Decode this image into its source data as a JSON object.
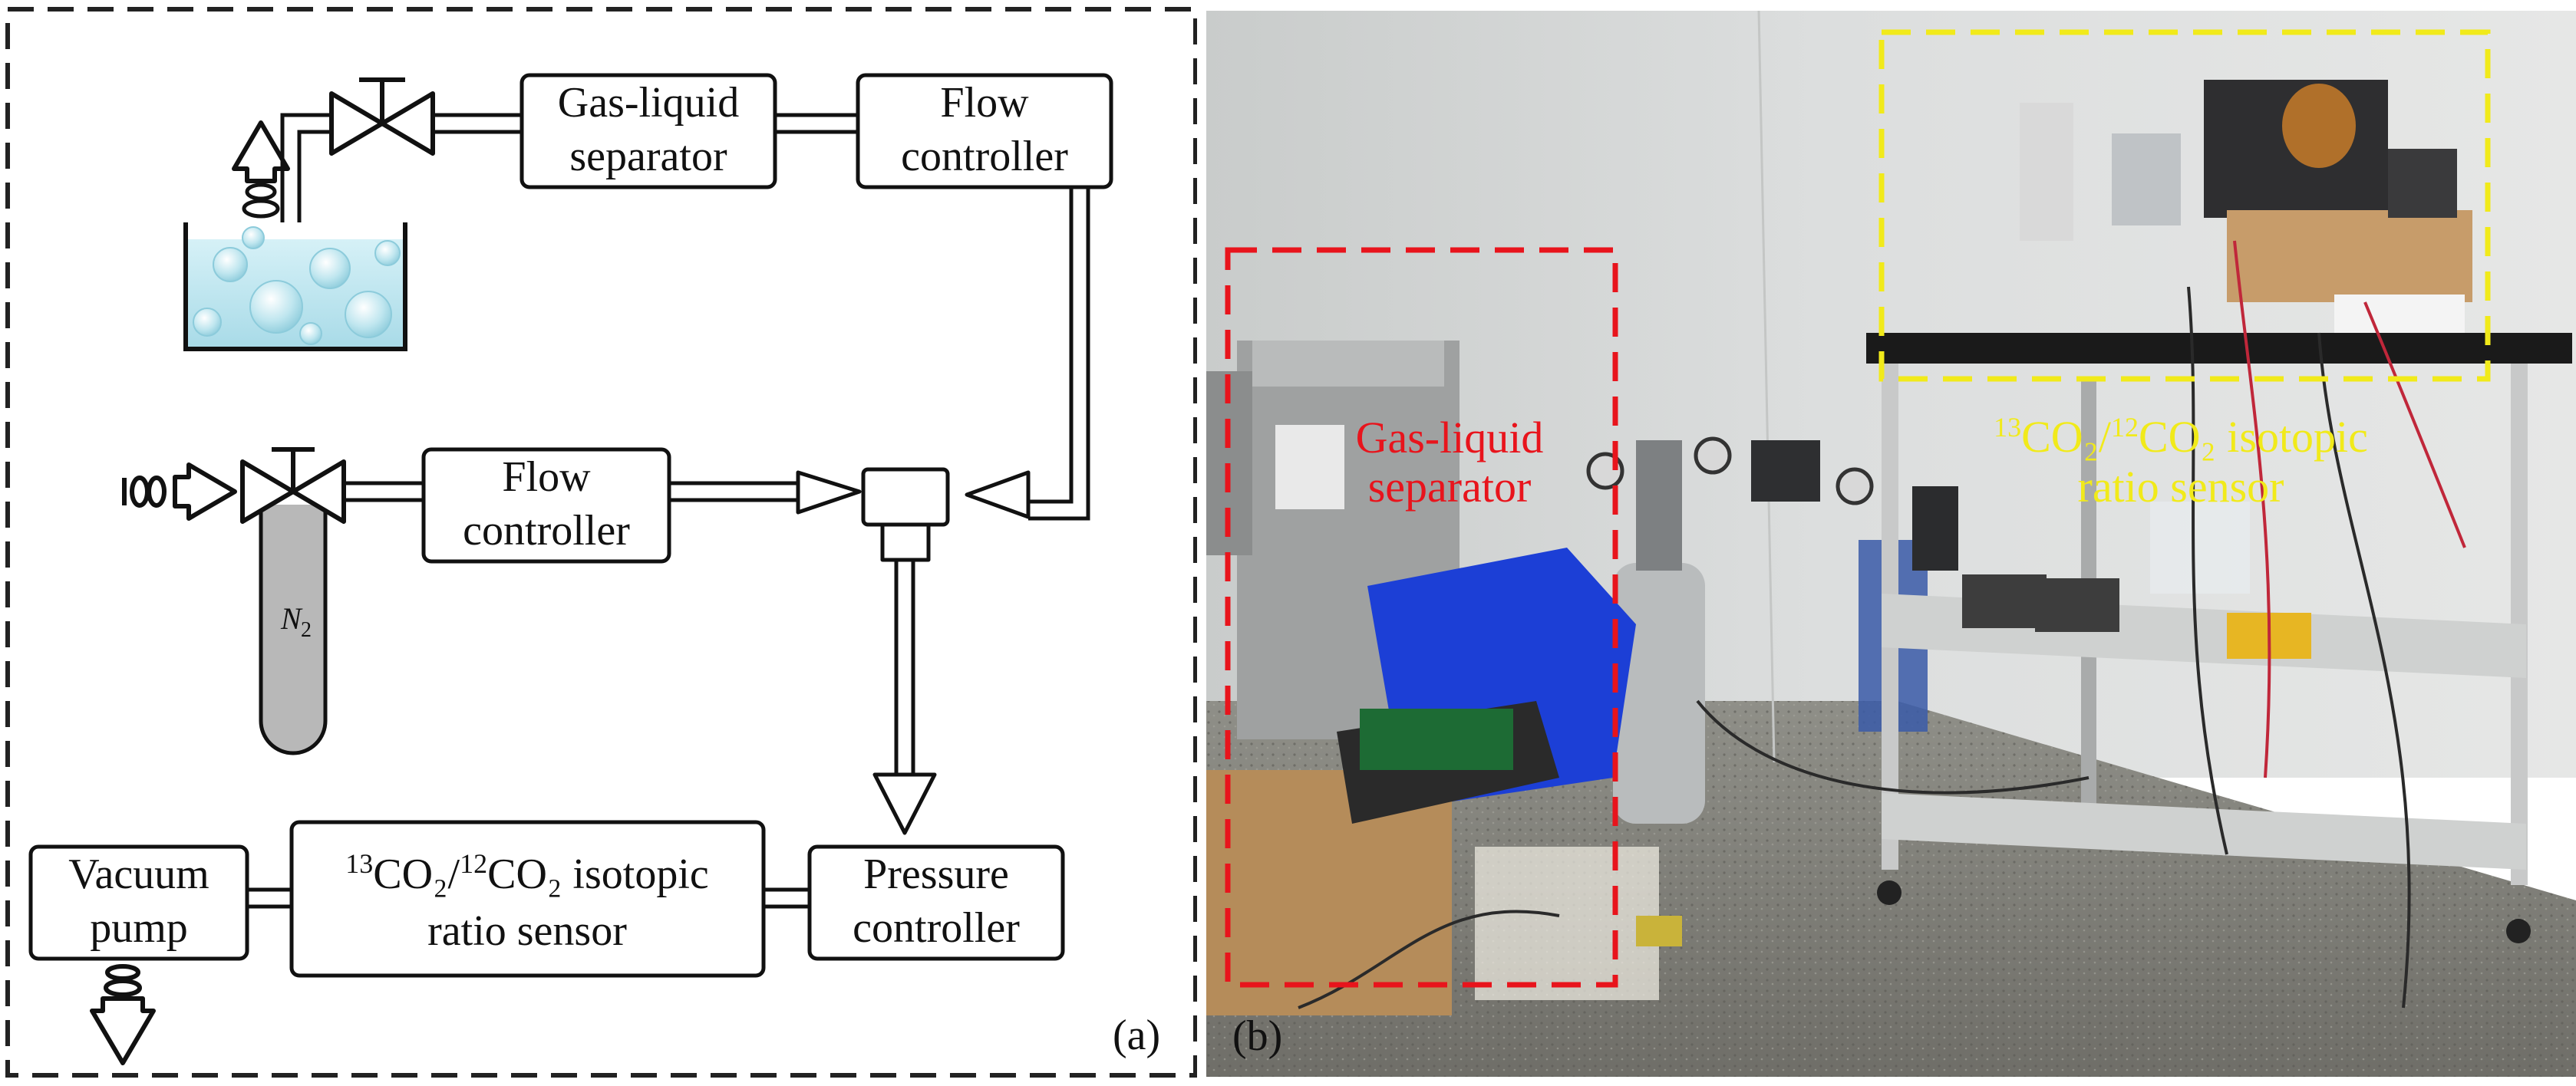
{
  "panel_a": {
    "boxes": {
      "gas_liquid_separator": [
        "Gas-liquid",
        "separator"
      ],
      "flow_controller_top": [
        "Flow",
        "controller"
      ],
      "flow_controller_mid": [
        "Flow",
        "controller"
      ],
      "vacuum_pump": [
        "Vacuum",
        "pump"
      ],
      "sensor": [
        "CO₂/",
        "CO₂ isotopic",
        "ratio sensor"
      ],
      "sensor_sup1": "13",
      "sensor_sup2": "12",
      "pressure_controller": [
        "Pressure",
        "controller"
      ]
    },
    "cylinder_label": "N",
    "cylinder_sub": "2",
    "panel_label": "(a)"
  },
  "panel_b": {
    "label_separator": [
      "Gas-liquid",
      "separator"
    ],
    "label_sensor_sup1": "13",
    "label_sensor_mid": "CO₂/",
    "label_sensor_sup2": "12",
    "label_sensor_end": "CO₂ isotopic",
    "label_sensor_line2": "ratio sensor",
    "panel_label": "(b)",
    "highlight_colors": {
      "separator": "#e8141c",
      "sensor": "#f1ea1a"
    }
  }
}
